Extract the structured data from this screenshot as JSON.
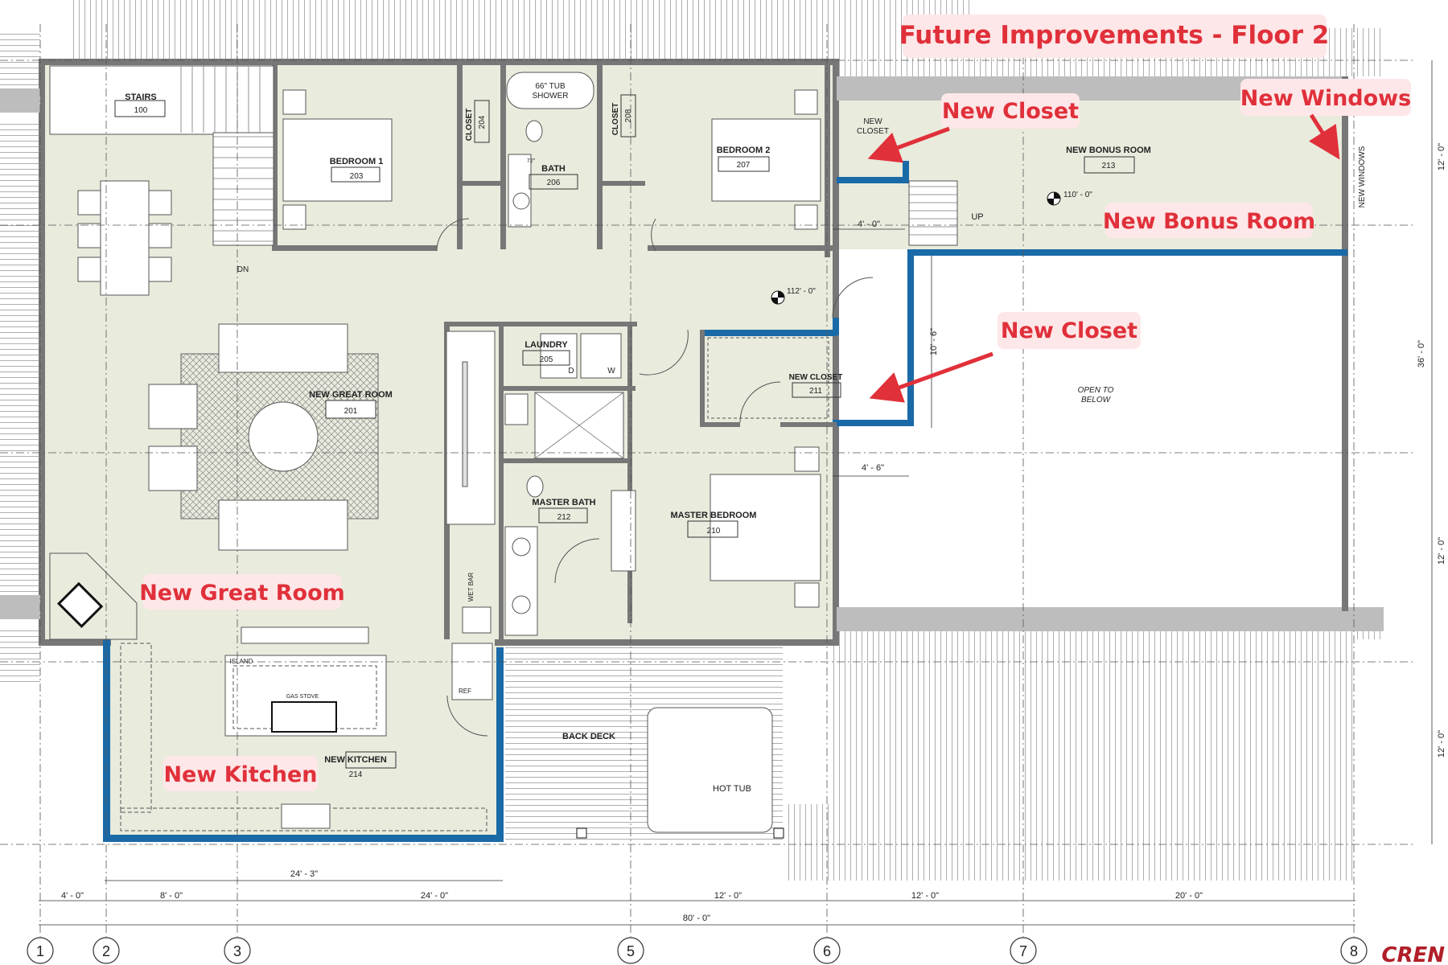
{
  "title": "Future Improvements  - Floor 2",
  "annotations": {
    "new_closet_top": "New Closet",
    "new_windows": "New Windows",
    "new_bonus_room": "New Bonus Room",
    "new_closet_mid": "New Closet",
    "new_great_room": "New Great Room",
    "new_kitchen": "New Kitchen"
  },
  "rooms": {
    "stairs": {
      "name": "STAIRS",
      "number": "100"
    },
    "bedroom1": {
      "name": "BEDROOM 1",
      "number": "203"
    },
    "closet204": {
      "name": "CLOSET",
      "number": "204"
    },
    "tub": {
      "line1": "66\" TUB",
      "line2": "SHOWER"
    },
    "bath": {
      "name": "BATH",
      "number": "206"
    },
    "closet208": {
      "name": "CLOSET",
      "number": "208"
    },
    "bedroom2": {
      "name": "BEDROOM 2",
      "number": "207"
    },
    "new_closet_small": {
      "line1": "NEW",
      "line2": "CLOSET"
    },
    "bonus": {
      "name": "NEW BONUS ROOM",
      "number": "213"
    },
    "laundry": {
      "name": "LAUNDRY",
      "number": "205"
    },
    "new_closet": {
      "name": "NEW CLOSET",
      "number": "211"
    },
    "great_room": {
      "name": "NEW GREAT ROOM",
      "number": "201"
    },
    "master_bath": {
      "name": "MASTER BATH",
      "number": "212"
    },
    "master_bedroom": {
      "name": "MASTER BEDROOM",
      "number": "210"
    },
    "kitchen": {
      "name": "NEW KITCHEN",
      "number": "214"
    },
    "open_below": {
      "line1": "OPEN TO",
      "line2": "BELOW"
    }
  },
  "small_labels": {
    "island": "ISLAND",
    "gas_stove": "GAS STOVE",
    "ref": "REF",
    "wet_bar": "WET BAR",
    "back_deck": "BACK DECK",
    "hot_tub": "HOT TUB",
    "dn": "DN",
    "up": "UP",
    "w": "W",
    "d": "D",
    "tub_72": "72\"",
    "new_windows_side": "NEW WINDOWS"
  },
  "elevations": {
    "e1": "112' - 0\"",
    "e2": "110' - 0\""
  },
  "dimensions": {
    "d_4_0_a": "4' - 0\"",
    "d_10_6": "10' - 6\"",
    "d_4_6": "4' - 6\"",
    "d_24_3": "24' - 3\"",
    "bottom": [
      "4' - 0\"",
      "8' - 0\"",
      "24' - 0\"",
      "12' - 0\"",
      "12' - 0\"",
      "20' - 0\""
    ],
    "total": "80' - 0\"",
    "right": [
      "12' - 0\"",
      "36' - 0\"",
      "12' - 0\"",
      "12' - 0\""
    ]
  },
  "grid_labels": [
    "1",
    "2",
    "3",
    "5",
    "6",
    "7",
    "8"
  ],
  "logo": "CREN",
  "colors": {
    "annotation": "#e0303a",
    "annotation_bg": "#fde7e8",
    "new_wall": "#1a6aa8",
    "room_fill": "#e9ebdd",
    "wall": "#777777"
  }
}
